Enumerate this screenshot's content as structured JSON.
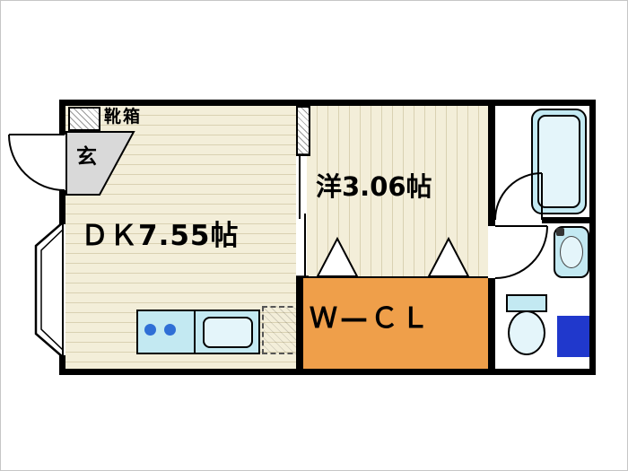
{
  "floorplan": {
    "rooms": {
      "dk": {
        "label": "ＤＫ7.55帖"
      },
      "western": {
        "label": "洋3.06帖"
      },
      "closet": {
        "label": "Ｗ—ＣＬ"
      },
      "entrance": {
        "label": "玄"
      },
      "shoebox": {
        "label": "靴箱"
      }
    },
    "colors": {
      "background": "#ffffff",
      "wall": "#000000",
      "floor": "#f3eed9",
      "floor_line": "#d9d1b2",
      "closet_floor": "#ef9f4a",
      "fixture_fill": "#c3e9f2",
      "fixture_light": "#e4f5fa",
      "burner_blue": "#2f6fd6",
      "accent_blue": "#2038cc",
      "entrance_gray": "#d9d9d9"
    }
  }
}
